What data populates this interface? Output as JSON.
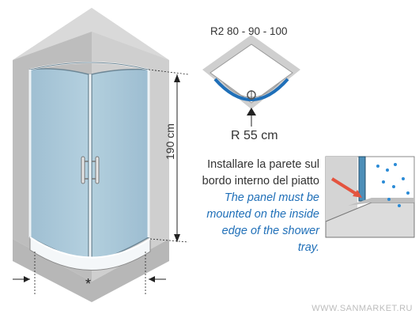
{
  "top_label": "R2 80 - 90 - 100",
  "radius_label": "R 55 cm",
  "height_label": "190 cm",
  "asterisk": "*",
  "note_it": [
    "Installare la parete sul",
    "bordo interno del piatto"
  ],
  "note_en": [
    "The panel must be",
    "mounted on the inside",
    "edge of the shower tray."
  ],
  "watermark": "WWW.SANMARKET.RU",
  "colors": {
    "glass": "#a7c6d8",
    "glass_dark": "#8fb2c8",
    "wall": "#c4c4c4",
    "wall_dark": "#a6a6a6",
    "accent_blue": "#1f6fb8",
    "arrow_red": "#e4543f"
  }
}
